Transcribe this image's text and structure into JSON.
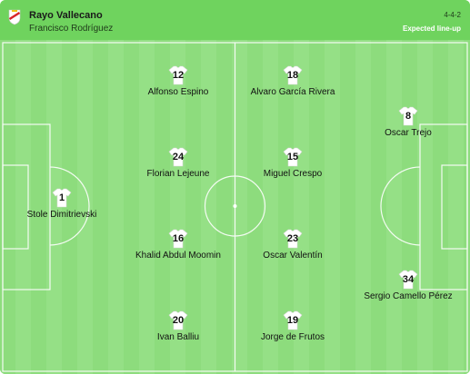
{
  "header": {
    "team_name": "Rayo Vallecano",
    "coach_name": "Francisco Rodríguez",
    "formation": "4-4-2",
    "lineup_type": "Expected line-up"
  },
  "icons": {
    "crest": "rayo-vallecano-crest-icon",
    "jersey": "jersey-icon"
  },
  "colors": {
    "header_bg": "#6fd35e",
    "pitch_stripe_a": "#8ddc7d",
    "pitch_stripe_b": "#95e086",
    "lines": "#ffffff",
    "jersey_stripe": "#d7262b"
  },
  "players": [
    {
      "number": "1",
      "name": "Stole Dimitrievski"
    },
    {
      "number": "12",
      "name": "Alfonso Espino"
    },
    {
      "number": "18",
      "name": "Alvaro García Rivera"
    },
    {
      "number": "24",
      "name": "Florian Lejeune"
    },
    {
      "number": "15",
      "name": "Miguel Crespo"
    },
    {
      "number": "16",
      "name": "Khalid Abdul Moomin"
    },
    {
      "number": "23",
      "name": "Oscar Valentín"
    },
    {
      "number": "20",
      "name": "Ivan Balliu"
    },
    {
      "number": "19",
      "name": "Jorge de Frutos"
    },
    {
      "number": "8",
      "name": "Oscar Trejo"
    },
    {
      "number": "34",
      "name": "Sergio Camello Pérez"
    }
  ]
}
